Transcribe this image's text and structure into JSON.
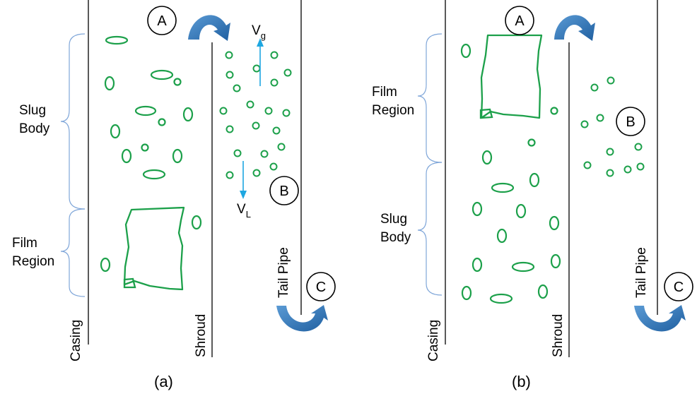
{
  "panels": {
    "a": {
      "caption": "(a)",
      "casing_label": "Casing",
      "shroud_label": "Shroud",
      "tailpipe_label": "Tail Pipe",
      "slug_body_label": [
        "Slug",
        "Body"
      ],
      "film_region_label": [
        "Film",
        "Region"
      ],
      "point_a": "A",
      "point_b": "B",
      "point_c": "C",
      "vg_main": "V",
      "vg_sub": "g",
      "vl_main": "V",
      "vl_sub": "L"
    },
    "b": {
      "caption": "(b)",
      "casing_label": "Casing",
      "shroud_label": "Shroud",
      "tailpipe_label": "Tail Pipe",
      "slug_body_label": [
        "Slug",
        "Body"
      ],
      "film_region_label": [
        "Film",
        "Region"
      ],
      "point_a": "A",
      "point_b": "B",
      "point_c": "C"
    }
  },
  "colors": {
    "bubble": "#1ca04a",
    "flow_arrow": "#2e75b6",
    "velocity_arrow": "#1ea7e1",
    "brace": "#7fa6d9",
    "wall": "#000000"
  }
}
